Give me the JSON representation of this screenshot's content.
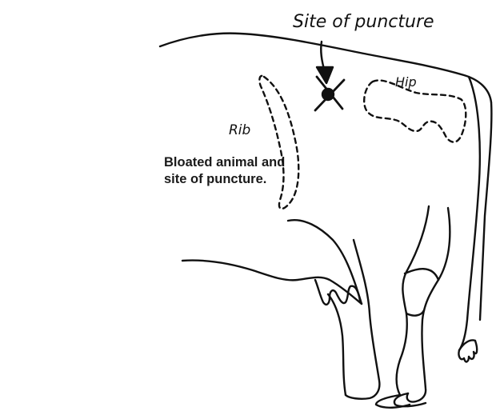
{
  "caption": {
    "line1": "Bloated animal and",
    "line2": "site of puncture."
  },
  "labels": {
    "site_of_puncture": "Site of puncture",
    "rib": "Rib",
    "hip": "Hip"
  },
  "colors": {
    "ink": "#111111",
    "caption_text": "#1a1a1a",
    "background": "#ffffff"
  }
}
